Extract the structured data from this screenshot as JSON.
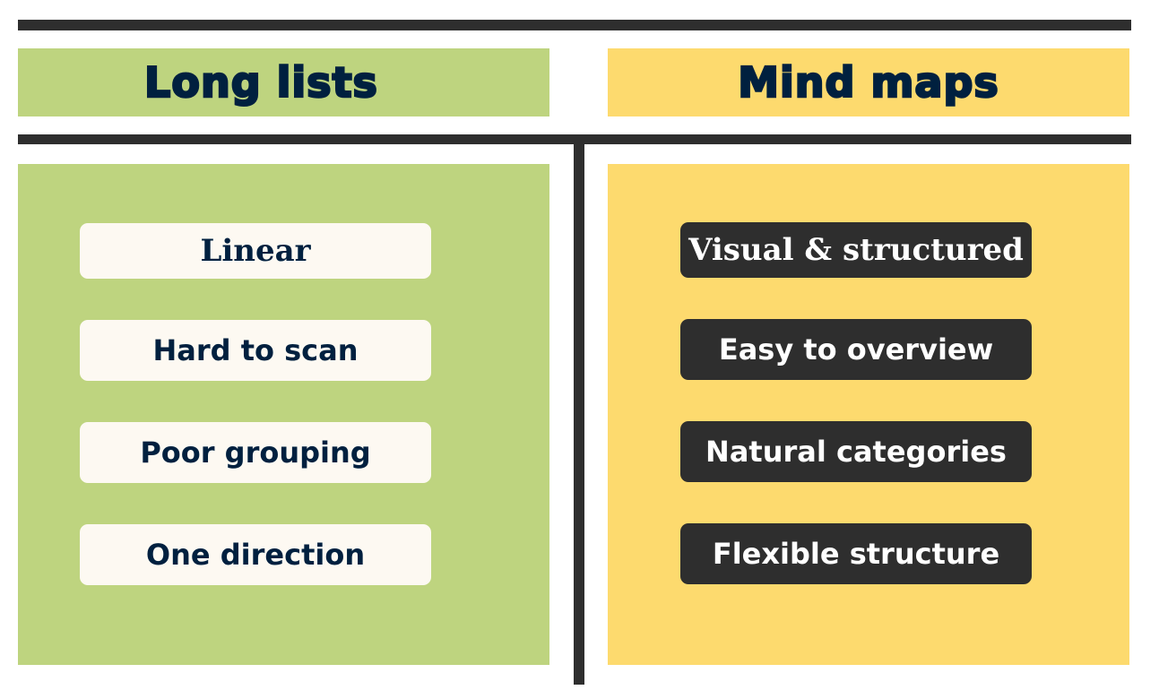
{
  "colors": {
    "left_bg": "#bed47f",
    "right_bg": "#fdda6e",
    "divider": "#2e2e2e",
    "heading_text": "#00203f",
    "light_pill_bg": "#fdf9f2",
    "dark_pill_bg": "#2e2e2e"
  },
  "left": {
    "title": "Long lists",
    "items": [
      {
        "label": "Linear"
      },
      {
        "label": "Hard to scan"
      },
      {
        "label": "Poor grouping"
      },
      {
        "label": "One direction"
      }
    ]
  },
  "right": {
    "title": "Mind maps",
    "items": [
      {
        "label": "Visual & structured"
      },
      {
        "label": "Easy to overview"
      },
      {
        "label": "Natural categories"
      },
      {
        "label": "Flexible structure"
      }
    ]
  }
}
